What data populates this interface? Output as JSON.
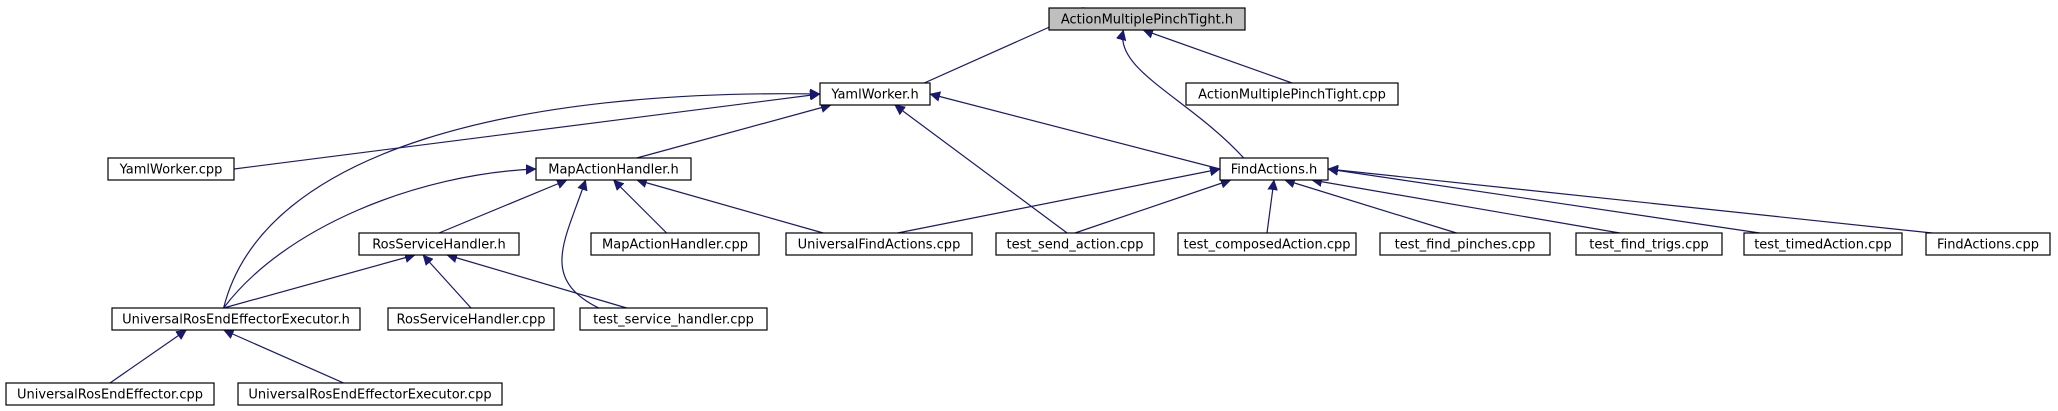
{
  "colors": {
    "edge": "#191970",
    "node_border": "#000000",
    "node_fill": "#ffffff",
    "root_fill": "#bfbfbf",
    "background": "#ffffff"
  },
  "diagram": {
    "type": "include-dependency-graph",
    "nodes": [
      {
        "id": "n0",
        "label": "ActionMultiplePinchTight.h",
        "root": true
      },
      {
        "id": "n1",
        "label": "YamlWorker.h"
      },
      {
        "id": "n2",
        "label": "ActionMultiplePinchTight.cpp"
      },
      {
        "id": "n3",
        "label": "YamlWorker.cpp"
      },
      {
        "id": "n4",
        "label": "MapActionHandler.h"
      },
      {
        "id": "n5",
        "label": "FindActions.h"
      },
      {
        "id": "n6",
        "label": "RosServiceHandler.h"
      },
      {
        "id": "n7",
        "label": "MapActionHandler.cpp"
      },
      {
        "id": "n8",
        "label": "UniversalFindActions.cpp"
      },
      {
        "id": "n9",
        "label": "test_send_action.cpp"
      },
      {
        "id": "n10",
        "label": "test_composedAction.cpp"
      },
      {
        "id": "n11",
        "label": "test_find_pinches.cpp"
      },
      {
        "id": "n12",
        "label": "test_find_trigs.cpp"
      },
      {
        "id": "n13",
        "label": "test_timedAction.cpp"
      },
      {
        "id": "n14",
        "label": "FindActions.cpp"
      },
      {
        "id": "n15",
        "label": "UniversalRosEndEffectorExecutor.h"
      },
      {
        "id": "n16",
        "label": "RosServiceHandler.cpp"
      },
      {
        "id": "n17",
        "label": "test_service_handler.cpp"
      },
      {
        "id": "n18",
        "label": "UniversalRosEndEffector.cpp"
      },
      {
        "id": "n19",
        "label": "UniversalRosEndEffectorExecutor.cpp"
      }
    ],
    "edges": [
      {
        "from": "n1",
        "to": "n0"
      },
      {
        "from": "n2",
        "to": "n0"
      },
      {
        "from": "n5",
        "to": "n0"
      },
      {
        "from": "n3",
        "to": "n1"
      },
      {
        "from": "n4",
        "to": "n1"
      },
      {
        "from": "n5",
        "to": "n1"
      },
      {
        "from": "n9",
        "to": "n1"
      },
      {
        "from": "n15",
        "to": "n1"
      },
      {
        "from": "n6",
        "to": "n4"
      },
      {
        "from": "n7",
        "to": "n4"
      },
      {
        "from": "n8",
        "to": "n4"
      },
      {
        "from": "n15",
        "to": "n4"
      },
      {
        "from": "n17",
        "to": "n4"
      },
      {
        "from": "n8",
        "to": "n5"
      },
      {
        "from": "n9",
        "to": "n5"
      },
      {
        "from": "n10",
        "to": "n5"
      },
      {
        "from": "n11",
        "to": "n5"
      },
      {
        "from": "n12",
        "to": "n5"
      },
      {
        "from": "n13",
        "to": "n5"
      },
      {
        "from": "n14",
        "to": "n5"
      },
      {
        "from": "n15",
        "to": "n6"
      },
      {
        "from": "n16",
        "to": "n6"
      },
      {
        "from": "n17",
        "to": "n6"
      },
      {
        "from": "n18",
        "to": "n15"
      },
      {
        "from": "n19",
        "to": "n15"
      }
    ]
  }
}
